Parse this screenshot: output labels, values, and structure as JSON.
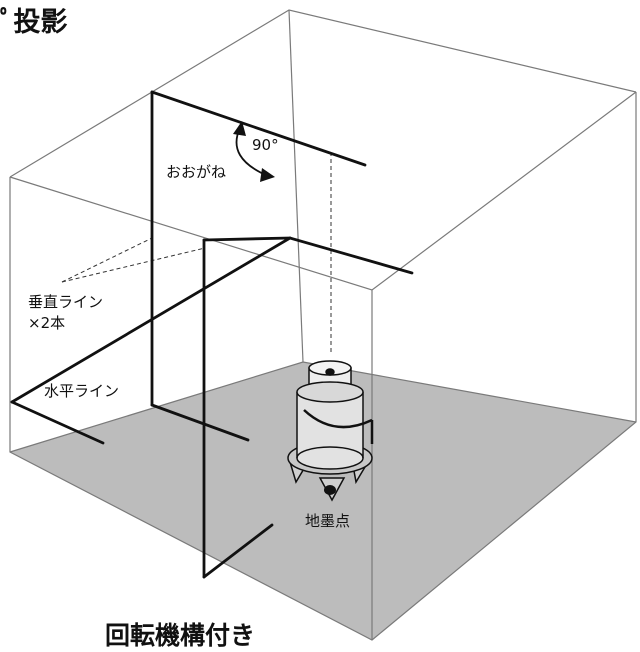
{
  "title": "ﾟ投影",
  "labels": {
    "angle": "90°",
    "square": "おおがね",
    "vertical_line": "垂直ライン",
    "vertical_count": "×2本",
    "horizontal_line": "水平ライン",
    "ground_point": "地墨点"
  },
  "caption": "回転機構付き",
  "colors": {
    "floor": "#bcbcbc",
    "laser_line": "#111111",
    "room_edge": "#7a7a7a"
  },
  "icons": [
    "laser-level-device",
    "plumb-point-marker",
    "right-angle-arrow"
  ]
}
